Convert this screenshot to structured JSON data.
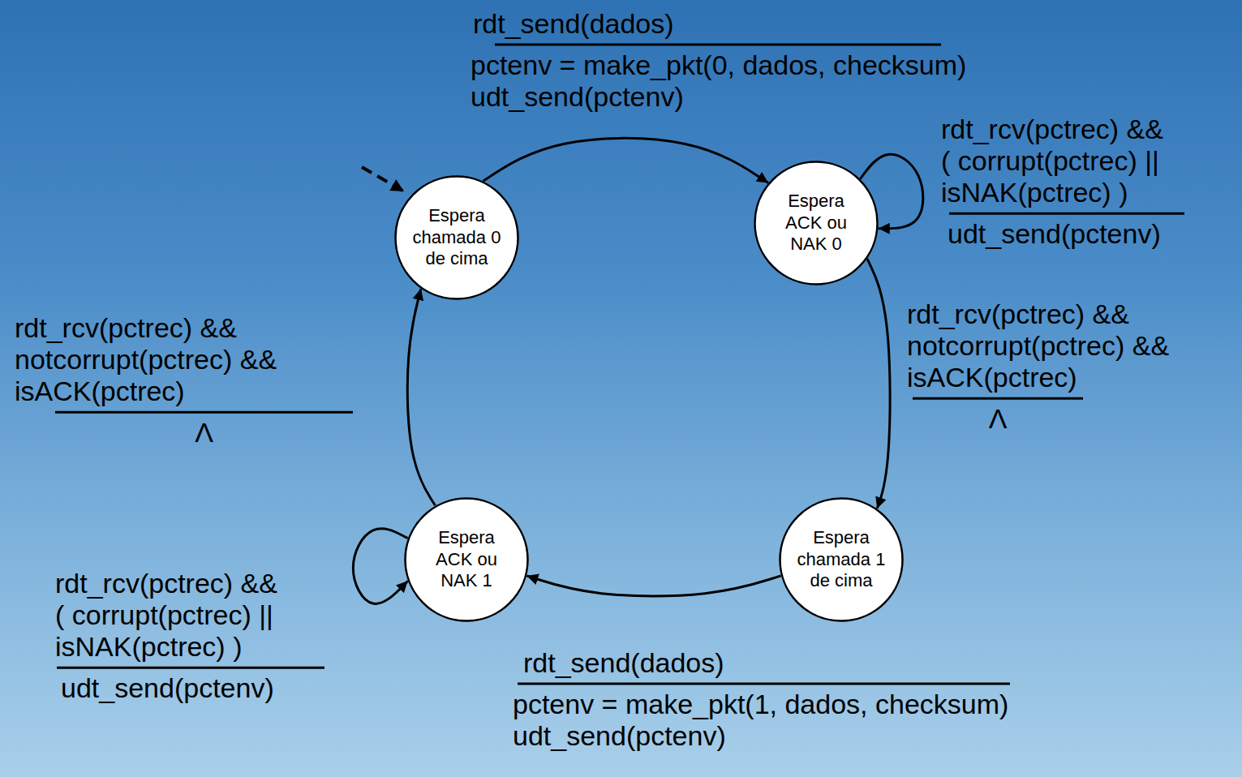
{
  "diagram": {
    "nodes": [
      {
        "text": [
          "Espera chamada 0 de cima"
        ]
      },
      {
        "text": [
          "Espera ACK ou NAK 0"
        ]
      },
      {
        "text": [
          "Espera chamada 1 de cima"
        ]
      },
      {
        "text": [
          "Espera ACK ou NAK 1"
        ]
      }
    ],
    "edges": [
      {
        "from": 0,
        "to": 1,
        "arrow": "to",
        "label": "rdt_send(dados)"
      },
      {
        "from": 1,
        "to": 1,
        "arrow": "to",
        "label": "rdt_rcv(pctrec) && ( corrupt(pctrec) || isNAK(pctrec) )"
      },
      {
        "from": 1,
        "to": 2,
        "arrow": "to",
        "label": "rdt_rcv(pctrec) && notcorrupt(pctrec) && isACK(pctrec)"
      },
      {
        "from": 2,
        "to": 3,
        "arrow": "to",
        "label": "rdt_send(dados)"
      },
      {
        "from": 3,
        "to": 3,
        "arrow": "to",
        "label": "rdt_rcv(pctrec) && ( corrupt(pctrec) || isNAK(pctrec) )"
      },
      {
        "from": 3,
        "to": 0,
        "arrow": "to",
        "label": "rdt_rcv(pctrec) && notcorrupt(pctrec) && isACK(pctrec)"
      }
    ],
    "labels": [
      "pctenv = make_pkt(0, dados, checksum)",
      "udt_send(pctenv)",
      "udt_send(pctenv)",
      "Λ",
      "pctenv = make_pkt(1, dados, checksum)",
      "udt_send(pctenv)",
      "udt_send(pctenv)",
      "Λ"
    ]
  }
}
